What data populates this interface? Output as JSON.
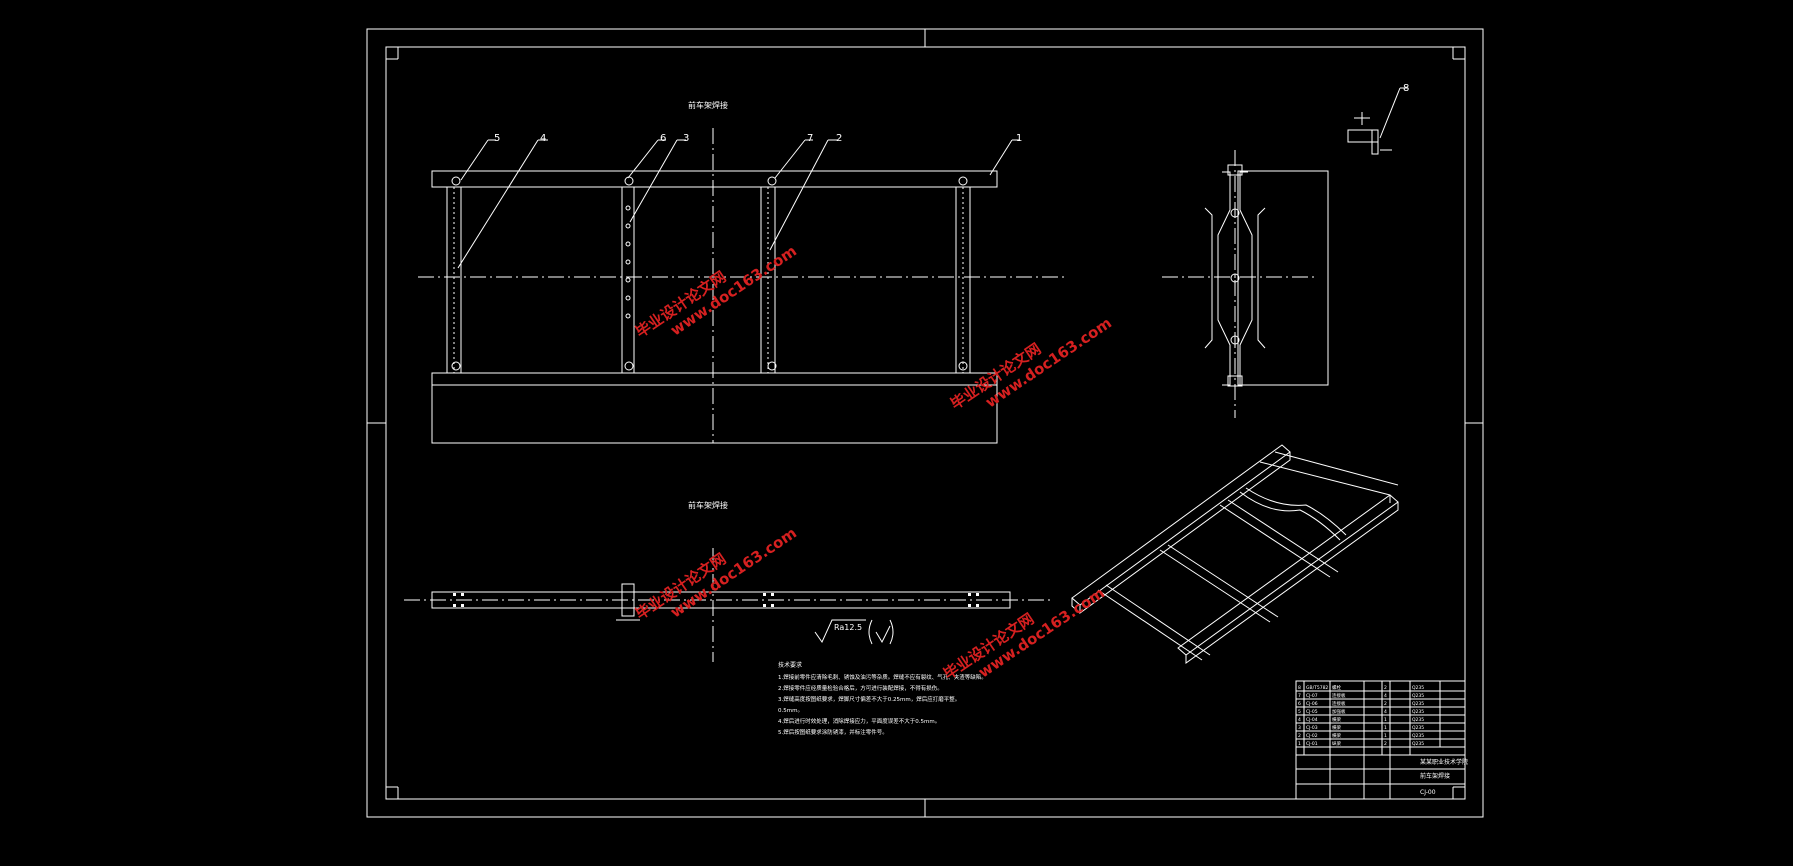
{
  "section_labels": {
    "top_view": "前车架焊接",
    "bottom_view": "前车架焊接"
  },
  "balloons": [
    "1",
    "2",
    "3",
    "4",
    "5",
    "6",
    "7",
    "8"
  ],
  "roughness": "Ra12.5",
  "tech_requirements": {
    "heading": "技术要求",
    "lines": [
      "1.焊接前零件应清除毛刺、锈蚀及油污等杂质。焊缝不应有裂纹、气孔、夹渣等缺陷。",
      "2.焊接零件应经质量检验合格后，方可进行装配焊接，不得有损伤。",
      "3.焊缝高度按图纸要求，焊脚尺寸偏差不大于0.25mm，焊后应打磨平整。",
      "0.5mm。",
      "4.焊后进行时效处理，消除焊接应力，平面度误差不大于0.5mm。",
      "5.焊后按图纸要求涂防锈漆，并标注零件号。"
    ]
  },
  "title_block": {
    "parts_rows": [
      [
        "8",
        "GB/T5782",
        "螺栓",
        "2",
        "Q235"
      ],
      [
        "7",
        "CJ-07",
        "连接板",
        "4",
        "Q235"
      ],
      [
        "6",
        "CJ-06",
        "连接板",
        "2",
        "Q235"
      ],
      [
        "5",
        "CJ-05",
        "加强板",
        "4",
        "Q235"
      ],
      [
        "4",
        "CJ-04",
        "横梁",
        "1",
        "Q235"
      ],
      [
        "3",
        "CJ-03",
        "横梁",
        "1",
        "Q235"
      ],
      [
        "2",
        "CJ-02",
        "横梁",
        "1",
        "Q235"
      ],
      [
        "1",
        "CJ-01",
        "纵梁",
        "2",
        "Q235"
      ]
    ],
    "school": "某某职业技术学院",
    "drawing_name": "前车架焊接",
    "drawing_no": "CJ-00"
  },
  "watermarks": [
    "毕业设计论文网",
    "www.doc163.com"
  ]
}
